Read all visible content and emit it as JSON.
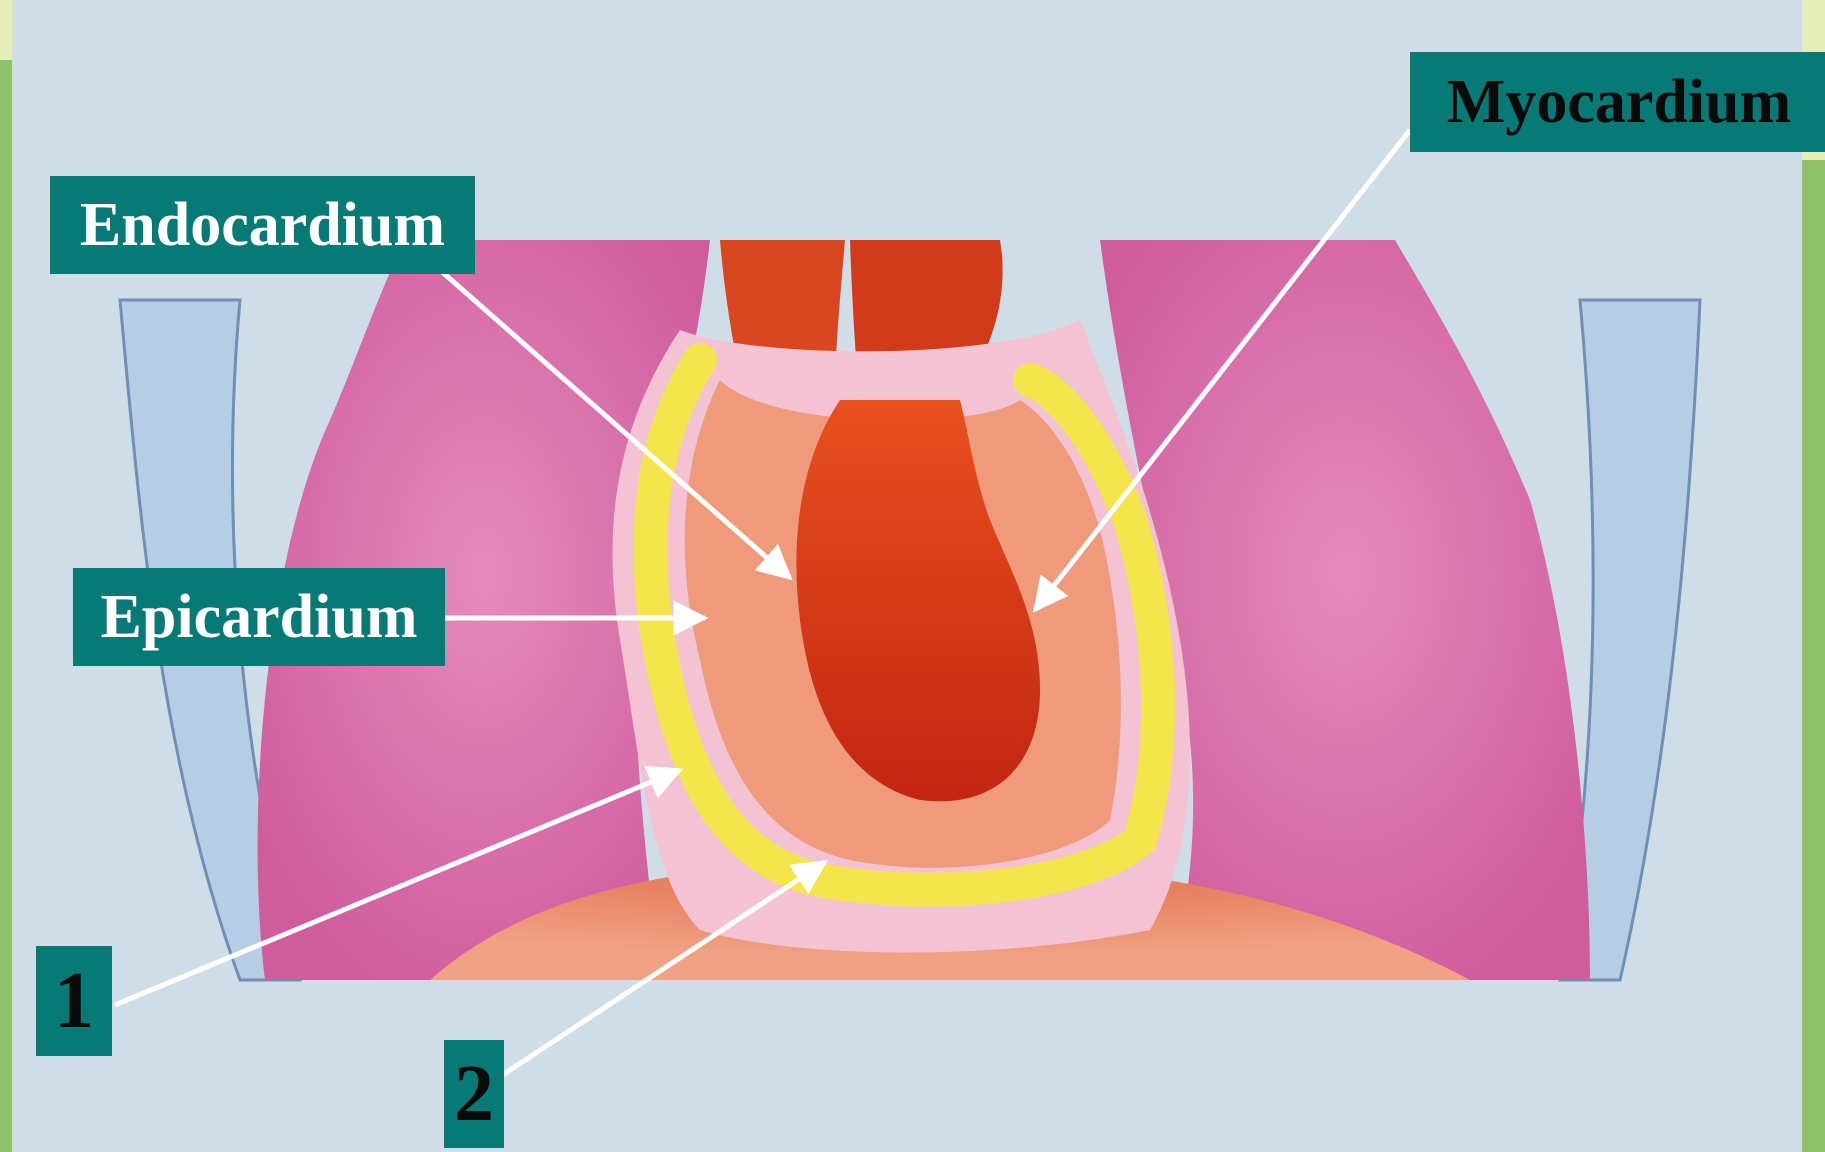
{
  "labels": {
    "myocardium": "Myocardium",
    "endocardium": "Endocardium",
    "epicardium": "Epicardium",
    "one": "1",
    "two": "2"
  },
  "colors": {
    "label_bg": "#077a76",
    "label_text": "#ffffff",
    "label_text_dark": "#0a0a0a",
    "lung": "#d76fa7",
    "myocardium": "#ef9a7a",
    "blood": "#d93418",
    "epicardium": "#f2e24c",
    "paper": "#c9d8e2"
  }
}
